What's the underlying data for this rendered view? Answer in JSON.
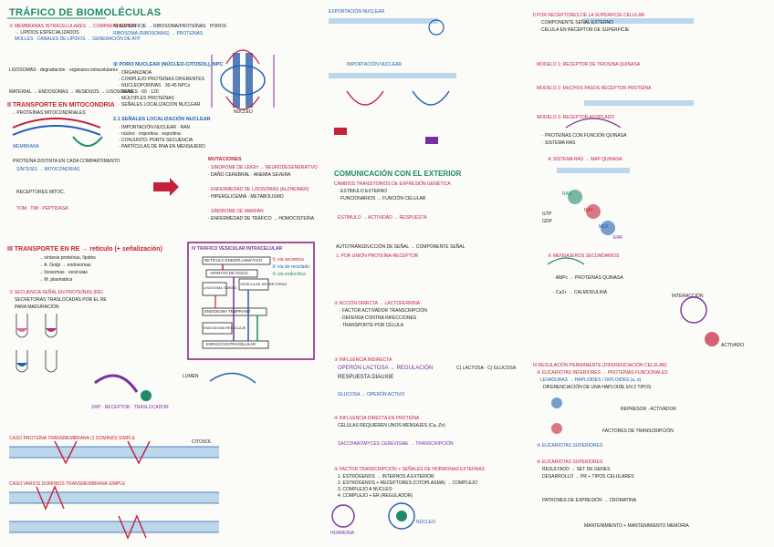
{
  "title": "TRÁFICO DE BIOMOLÉCULAS",
  "comm_title": "COMUNICACIÓN CON EL EXTERIOR",
  "col1": {
    "l1": "① MEMBRANAS INTRACELULARES → COMPARTIMENTOS",
    "l2": "→ LÍPIDOS      ESPECIALIZADOS",
    "l3": "MOLLES · CANALES DE LÍPIDOS → GENERACIÓN DE ATP",
    "l4": "LISOSOMAS · degradación · orgánulos intracelulares",
    "l5": "MATERIAL → ENDOSOMAS → RESIDUOS → LISOSOMAS",
    "s2": "II TRANSPORTE EN MITOCONDRIA",
    "l6": "→ PROTEÍNAS MITOCONDRIALES",
    "l7": "PROTEÍNA DISTINTA EN CADA COMPARTIMENTO",
    "l8": "SÍNTESIS → MITOCONDRIAS",
    "l9": "RECEPTORES MITOC.",
    "l10": "TOM · TIM · PEPTIDASA",
    "s3": "III TRANSPORTE EN RE → retículo (+ señalización)",
    "l11": "→ síntesis proteínas, lípidos",
    "l12": "→ A. Golgi → endosomas",
    "l13": "→ lisosomas · vesículas",
    "l14": "→ M. plasmática",
    "l15": "① SECUENCIA SEÑAL EN PROTEÍNAS (RE)",
    "l16": "SECRETORAS TRASLOCADAS POR EL RE",
    "l17": "PARA MADURACIÓN",
    "l18": "SRP · RECEPTOR · TRASLOCADOR",
    "c1": "CASO PROTEÍNA TRANSMEMBRANA (1 DOMINIO) SIMPLE",
    "c2": "CASO VARIOS DOMINIOS TRANSMEMBRANA SIMPLE",
    "citosol": "CITOSOL",
    "membrana": "MEMBRANA",
    "lumen": "LUMEN"
  },
  "col2": {
    "l1": "A) SUPERFICIE → RIBOSOMA/PROTEÍNAS",
    "l2": "RIBOSOMA (RIBOSOMAS) → PROTEÍNAS",
    "l3": "② PORO NUCLEAR (NÚCLEO-CITOSOL), NPC",
    "l4": "· ORGANIZADA",
    "l5": "· COMPLEJO PROTEÍNAS DIFERENTES",
    "l6": "· NUCLEOPORINAS · 30-45 NPCs",
    "l7": "· GUNES · 60 · 120",
    "l8": "· MÚLTIPLES PROTEÍNAS",
    "l9": "· SEÑALES LOCALIZACIÓN NUCLEAR",
    "l10": "2.1 SEÑALES LOCALIZACIÓN NUCLEAR",
    "l11": "· IMPORTACIÓN NUCLEAR · RAN",
    "l12": "· núcleo · importina · exportina",
    "l13": "· CONJUNTO: PORTE SECUENCIA",
    "l14": "· PARTÍCULAS DE RNA EN MENSAJERO",
    "d1": "MUTACIONES",
    "d2": "· SÍNDROME DE LEIGH → NEURODEGENERATIVO",
    "d3": "· DAÑO CEREBRAL · ANEMIA SEVERA",
    "d4": "· ENFERMEDAD DE LISOSOMAS (ALZHEIMER)",
    "d5": "· HIPERGLICEMIA · METABOLISMO",
    "d6": "· SÍNDROME DE MARFAN",
    "d7": "· ENFERMEDAD DE TRÁFICO → HOMOCISTEÍNA",
    "vt": "IV TRÁFICO VESICULAR INTRACELULAR",
    "vr": "RETÍCULO ENDOPLASMÁTICO",
    "vg": "APARATO DE GOLGI",
    "vl": "LISOSOMA TARDÍO",
    "vs": "VESÍCULAS SECRETORAS",
    "ve": "ENDOSOMA TEMPRANO",
    "vrec": "ENDOSOMA RECICLAJE",
    "vx": "ESPACIO EXTRACELULAR",
    "v1": "① vía secretora",
    "v2": "② vía de reciclado",
    "v3": "③ vía endocítica",
    "nucleus": "NÚCLEO",
    "poros": "POROS",
    "importacion": "IMPORTACIÓN NUCLEAR",
    "exportacion": "EXPORTACIÓN NUCLEAR"
  },
  "col3": {
    "l1": "CAMBIOS TRANSITORIOS DE EXPRESIÓN GENÉTICA",
    "l2": "· ESTÍMULO EXTERNO",
    "l3": "· FUNCIONARIOS → FUNCIÓN CELULAR",
    "l4": "ESTÍMULO → ACTIVIDAD → RESPUESTA",
    "l5": "AUTOTRANSDUCCIÓN DE SEÑAL → COMPONENTE SEÑAL",
    "l6": "1. POR UNIÓN PROTEÍNA-RECEPTOR",
    "l7": "② ACCIÓN DIRECTA → LACTOFERRINA",
    "l8": "· FACTOR ACTIVADOR TRANSCRIPCIÓN",
    "l9": "· DEFENSA CONTRA INFECCIONES",
    "l10": "· TRANSPORTE POR CÉLULA",
    "l11": "③ INFLUENCIA INDIRECTA",
    "l12": "OPERÓN LACTOSA → REGULACIÓN",
    "l13": "RESPUESTA DIAUXIE",
    "l14": "GLUCOSA → OPERÓN ACTIVO",
    "l15": "④ INFLUENCIA DIRECTA EN PROTEÍNA",
    "l16": "CÉLULAS REQUIEREN UNOS MENSAJES (Ca, Zn)",
    "l17": "SACCHAROMYCES CEREVISIAE → TRANSCRIPCIÓN",
    "l18": "⑤ FACTOR TRANSCRIPCIÓN + SEÑALES DE HORMONAS EXTERNAS",
    "l19": "1. ESTRÓGENOS → INTERNOS A EXTERIOR",
    "l20": "2. ESTRÓGENOS + RECEPTORES (CITOPLASMA) → COMPLEJO",
    "l21": "3. COMPLEJO A NÚCLEO",
    "l22": "4. COMPLEJO + ER (REGULADOR)",
    "lac": "C) LACTOSA · C) GLUCOSA",
    "hormona": "HORMONA",
    "nucleo": "NÚCLEO"
  },
  "col4": {
    "l1": "II POR RECEPTORES DE LA SUPERFICIE CELULAR",
    "l2": "· COMPONENTE SEÑAL EXTERNO",
    "l3": "· CÉLULA EN RECEPTOR DE SUPERFICIE",
    "l4": "MODELO 1: RECEPTOR DE TIROSINA QUINASA",
    "l5": "MODELO 2: MUCHOS PASOS RECEPTOR-PROTEÍNA",
    "l6": "MODELO 3: RECEPTOR ACOPLADO",
    "l7": "· PROTEÍNAS CON FUNCIÓN QUINASA",
    "l8": "· SISTEMA RAS",
    "l9": "④ SISTEMA RAS → MAP QUINASA",
    "l10": "⑤ MENSAJEROS SECUNDARIOS",
    "l11": "· AMPc → PROTEÍNAS QUINASA",
    "l12": "· Ca2+ → CALMODULINA",
    "l13": "III REGULACIÓN PERMANENTE (DIFERENCIACIÓN CELULAR)",
    "l14": "④ EUCARIOTAS INFERIORES → PROTEÍNAS FUNCIONALES",
    "l15": "LEVADURAS → HAPLOIDES / DIPLOIDES (a, α)",
    "l16": "· DIFERENCIACIÓN DE UNA HAPLOIDE EN 2 TIPOS",
    "l17": "REPRESOR · ACTIVADOR",
    "l18": "FACTORES DE TRANSCRIPCIÓN",
    "l19": "⑤ EUCARIOTAS SUPERIORES",
    "l20": "⑥ EUCARIOTAS SUPERIORES",
    "l21": "RESULTADO → SET DE GENES",
    "l22": "DESARROLLO → PR + TIPOS CELULARES",
    "l23": "PATRONES DE EXPRESIÓN → CROMATINA",
    "l24": "MANTENIMIENTO + MANTENIMIENTO MEMORIA",
    "ras": "RAS",
    "raf": "RAF",
    "mek": "MEK",
    "erk": "ERK",
    "gtp": "GTP",
    "gdp": "GDP",
    "interaccion": "INTERACCIÓN",
    "activado": "ACTIVADO"
  }
}
